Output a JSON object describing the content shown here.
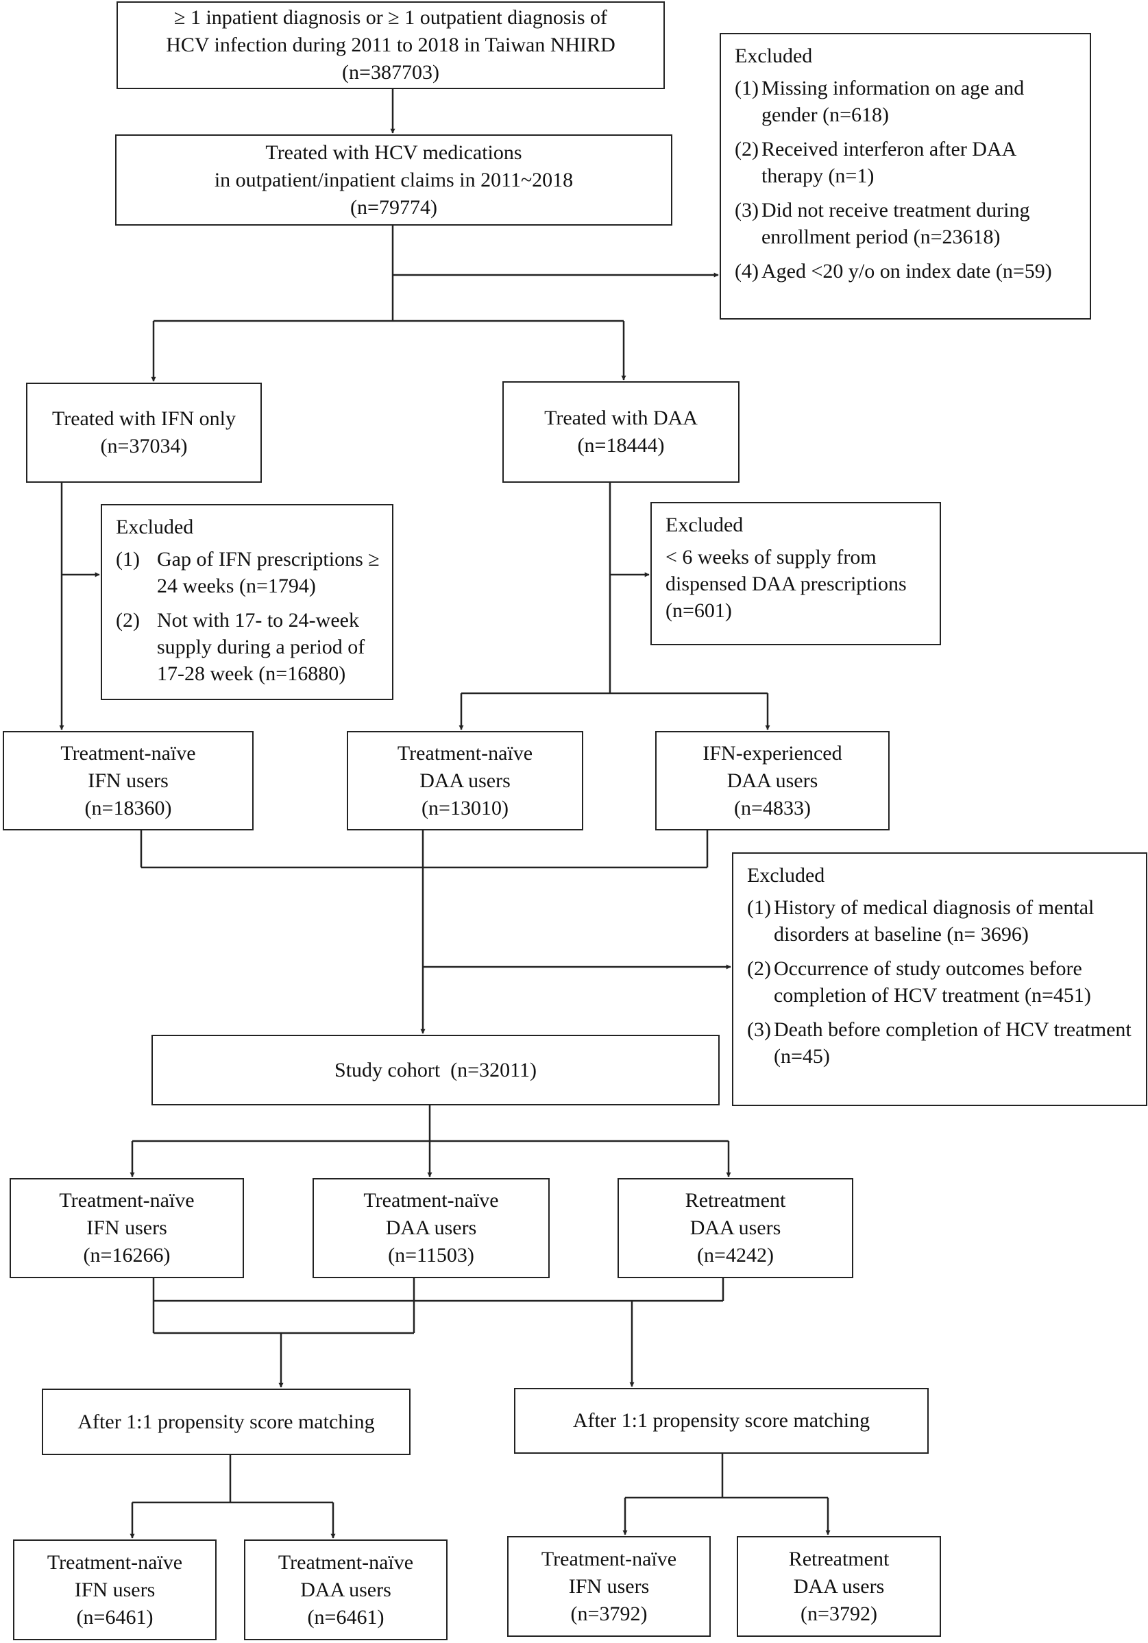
{
  "boxes": {
    "source": [
      "≥ 1 inpatient diagnosis or ≥ 1 outpatient diagnosis of",
      "HCV infection during 2011 to 2018 in Taiwan NHIRD",
      "(n=387703)"
    ],
    "treated": [
      "Treated with HCV medications",
      "in outpatient/inpatient claims in 2011~2018",
      "(n=79774)"
    ],
    "ifn_only": [
      "Treated with IFN only",
      "(n=37034)"
    ],
    "daa": [
      "Treated with DAA",
      "(n=18444)"
    ],
    "tn_ifn": [
      "Treatment-naïve",
      "IFN users",
      "(n=18360)"
    ],
    "tn_daa": [
      "Treatment-naïve",
      "DAA users",
      "(n=13010)"
    ],
    "ifn_exp_daa": [
      "IFN-experienced",
      "DAA users",
      "(n=4833)"
    ],
    "cohort": [
      "Study cohort  (n=32011)"
    ],
    "c_tn_ifn": [
      "Treatment-naïve",
      "IFN users",
      "(n=16266)"
    ],
    "c_tn_daa": [
      "Treatment-naïve",
      "DAA users",
      "(n=11503)"
    ],
    "c_retx_daa": [
      "Retreatment",
      "DAA users",
      "(n=4242)"
    ],
    "psm_left": [
      "After 1:1 propensity score matching"
    ],
    "psm_right": [
      "After 1:1 propensity score matching"
    ],
    "m1": [
      "Treatment-naïve",
      "IFN users",
      "(n=6461)"
    ],
    "m2": [
      "Treatment-naïve",
      "DAA users",
      "(n=6461)"
    ],
    "m3": [
      "Treatment-naïve",
      "IFN users",
      "(n=3792)"
    ],
    "m4": [
      "Retreatment",
      "DAA users",
      "(n=3792)"
    ]
  },
  "excluded_1": {
    "title": "Excluded",
    "items": [
      {
        "num": "(1)",
        "text": "Missing information on age and gender (n=618)"
      },
      {
        "num": "(2)",
        "text": "Received interferon after DAA therapy (n=1)"
      },
      {
        "num": "(3)",
        "text": "Did not receive treatment during enrollment period (n=23618)"
      },
      {
        "num": "(4)",
        "text": "Aged <20 y/o on index date (n=59)"
      }
    ]
  },
  "excluded_ifn": {
    "title": "Excluded",
    "items": [
      {
        "num": "(1)",
        "text": "Gap of IFN prescriptions ≥ 24 weeks (n=1794)"
      },
      {
        "num": "(2)",
        "text": "Not with 17- to 24-week supply during a period of 17-28 week (n=16880)"
      }
    ]
  },
  "excluded_daa": {
    "title": "Excluded",
    "text": "< 6 weeks of supply from dispensed DAA prescriptions (n=601)"
  },
  "excluded_2": {
    "title": "Excluded",
    "items": [
      {
        "num": "(1)",
        "text": "History of medical diagnosis of mental disorders at baseline (n= 3696)"
      },
      {
        "num": "(2)",
        "text": "Occurrence of study outcomes before completion of HCV treatment (n=451)"
      },
      {
        "num": "(3)",
        "text": "Death before completion of HCV treatment (n=45)"
      }
    ]
  }
}
